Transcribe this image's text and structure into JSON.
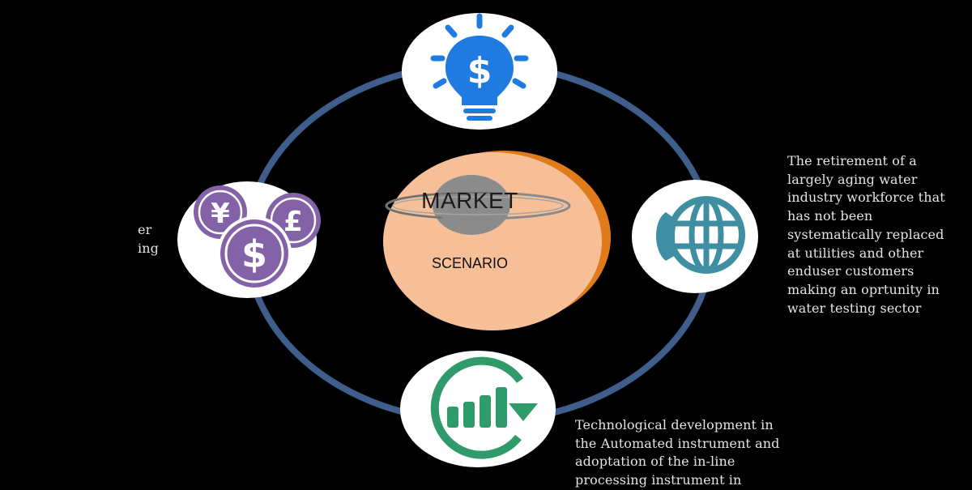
{
  "center": {
    "title": "MARKET",
    "subtitle": "SCENARIO"
  },
  "icons": {
    "top": "lightbulb-dollar-icon",
    "right": "phone-globe-icon",
    "bottom": "growth-chart-icon",
    "left": "currency-coins-icon"
  },
  "currency_symbols": {
    "yen": "¥",
    "pound": "£",
    "dollar": "$",
    "bulb_dollar": "$"
  },
  "notes": {
    "right": "The retirement of a\nlargely aging water\nindustry workforce that\nhas not been\nsystematically replaced\nat utilities and other\nenduser customers\nmaking an oprtunity in\nwater testing sector",
    "bottom": "Technological development in\nthe Automated instrument and\nadoptation of the in-line\nprocessing instrument in",
    "left": "er\ning"
  },
  "colors": {
    "background": "#000000",
    "ring": "#3f5e8c",
    "bulb": "#1f7be0",
    "globe": "#3f8ea2",
    "growth": "#2f9b6a",
    "coins": "#8462a8",
    "planet": "#f6bf98",
    "planet_edge": "#e07b1c"
  }
}
